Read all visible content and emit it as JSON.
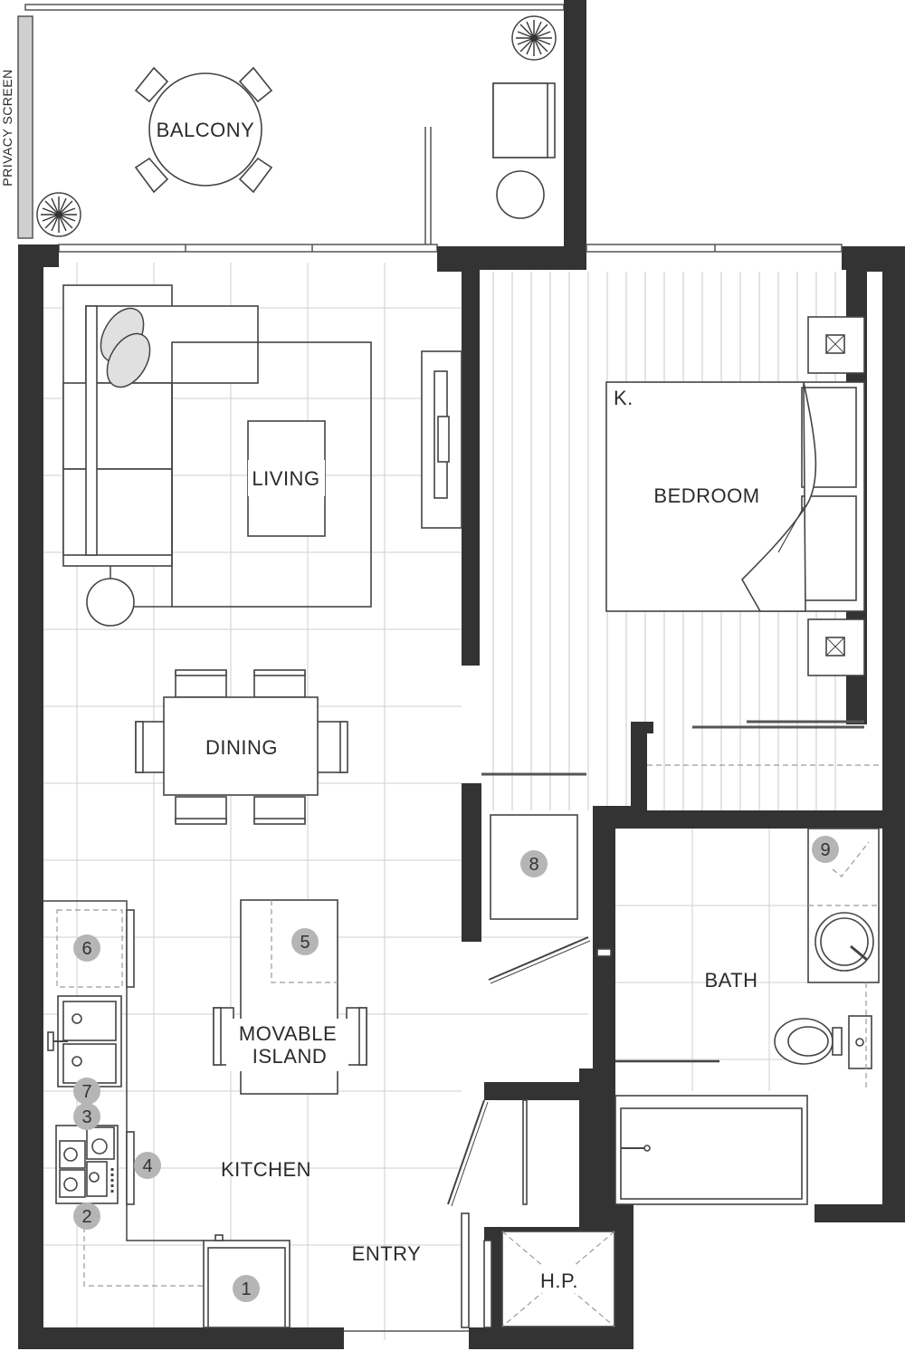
{
  "rooms": {
    "balcony": "BALCONY",
    "living": "LIVING",
    "dining": "DINING",
    "bedroom": "BEDROOM",
    "bath": "BATH",
    "kitchen": "KITCHEN",
    "entry": "ENTRY",
    "island_line1": "MOVABLE",
    "island_line2": "ISLAND",
    "hp": "H.P.",
    "king": "K."
  },
  "labels": {
    "privacy_screen": "PRIVACY SCREEN"
  },
  "markers": [
    "1",
    "2",
    "3",
    "4",
    "5",
    "6",
    "7",
    "8",
    "9"
  ],
  "colors": {
    "wall": "#333333",
    "marker": "#b5b5b5",
    "grid": "#cfcfcf",
    "line": "#444444"
  }
}
